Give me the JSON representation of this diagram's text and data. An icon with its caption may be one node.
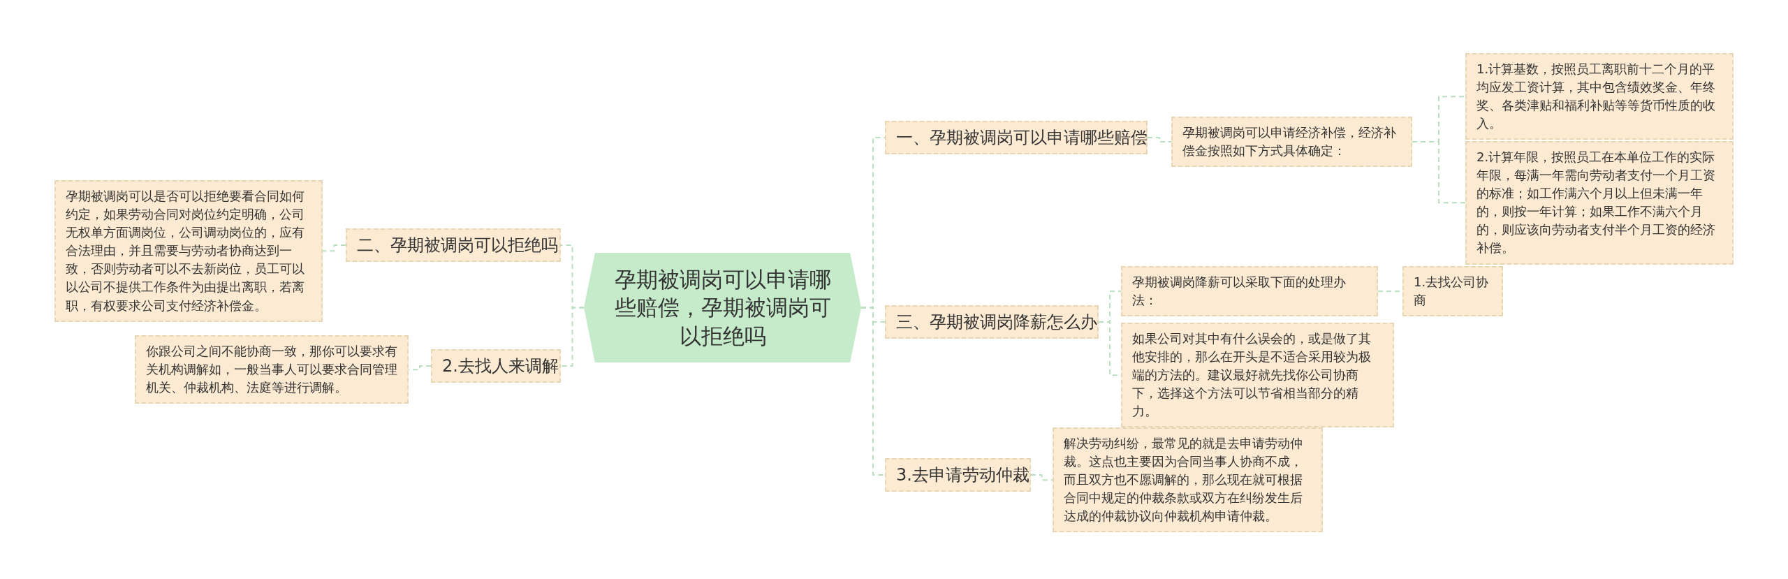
{
  "diagram": {
    "nodes": [
      {
        "text": [
          "孕期被调岗可以申请哪些赔偿，孕期被调岗可以拒绝吗"
        ]
      },
      {
        "text": [
          "一、孕期被调岗可以申请哪些赔偿"
        ]
      },
      {
        "text": [
          "孕期被调岗可以申请经济补偿，经济补偿金按照如下方式具体确定："
        ]
      },
      {
        "text": [
          "1.计算基数，按照员工离职前十二个月的平均应发工资计算，其中包含绩效奖金、年终奖、各类津贴和福利补贴等等货币性质的收入。"
        ]
      },
      {
        "text": [
          "2.计算年限，按照员工在本单位工作的实际年限，每满一年需向劳动者支付一个月工资的标准；如工作满六个月以上但未满一年的，则按一年计算；如果工作不满六个月的，则应该向劳动者支付半个月工资的经济补偿。"
        ]
      },
      {
        "text": [
          "三、孕期被调岗降薪怎么办"
        ]
      },
      {
        "text": [
          "孕期被调岗降薪可以采取下面的处理办法："
        ]
      },
      {
        "text": [
          "1.去找公司协商"
        ]
      },
      {
        "text": [
          "如果公司对其中有什么误会的，或是做了其他安排的，那么在开头是不适合采用较为极端的方法的。建议最好就先找你公司协商下，选择这个方法可以节省相当部分的精力。"
        ]
      },
      {
        "text": [
          "3.去申请劳动仲裁"
        ]
      },
      {
        "text": [
          "解决劳动纠纷，最常见的就是去申请劳动仲裁。这点也主要因为合同当事人协商不成，而且双方也不愿调解的，那么现在就可根据合同中规定的仲裁条款或双方在纠纷发生后达成的仲裁协议向仲裁机构申请仲裁。"
        ]
      },
      {
        "text": [
          "二、孕期被调岗可以拒绝吗"
        ]
      },
      {
        "text": [
          "孕期被调岗可以是否可以拒绝要看合同如何约定，如果劳动合同对岗位约定明确，公司无权单方面调岗位，公司调动岗位的，应有合法理由，并且需要与劳动者协商达到一致，否则劳动者可以不去新岗位，员工可以以公司不提供工作条件为由提出离职，若离职，有权要求公司支付经济补偿金。"
        ]
      },
      {
        "text": [
          "2.去找人来调解"
        ]
      },
      {
        "text": [
          "你跟公司之间不能协商一致，那你可以要求有关机构调解如，一般当事人可以要求合同管理机关、仲裁机构、法庭等进行调解。"
        ]
      }
    ],
    "edges": [
      {
        "from": 0,
        "to": 1,
        "arrow": "none",
        "style": "dashed"
      },
      {
        "from": 1,
        "to": 2,
        "arrow": "none",
        "style": "dashed"
      },
      {
        "from": 2,
        "to": 3,
        "arrow": "none",
        "style": "dashed"
      },
      {
        "from": 2,
        "to": 4,
        "arrow": "none",
        "style": "dashed"
      },
      {
        "from": 0,
        "to": 5,
        "arrow": "none",
        "style": "dashed"
      },
      {
        "from": 5,
        "to": 6,
        "arrow": "none",
        "style": "dashed"
      },
      {
        "from": 6,
        "to": 7,
        "arrow": "none",
        "style": "dashed"
      },
      {
        "from": 5,
        "to": 8,
        "arrow": "none",
        "style": "dashed"
      },
      {
        "from": 0,
        "to": 9,
        "arrow": "none",
        "style": "dashed"
      },
      {
        "from": 9,
        "to": 10,
        "arrow": "none",
        "style": "dashed"
      },
      {
        "from": 0,
        "to": 11,
        "arrow": "none",
        "style": "dashed"
      },
      {
        "from": 11,
        "to": 12,
        "arrow": "none",
        "style": "dashed"
      },
      {
        "from": 0,
        "to": 13,
        "arrow": "none",
        "style": "dashed"
      },
      {
        "from": 13,
        "to": 14,
        "arrow": "none",
        "style": "dashed"
      }
    ]
  }
}
